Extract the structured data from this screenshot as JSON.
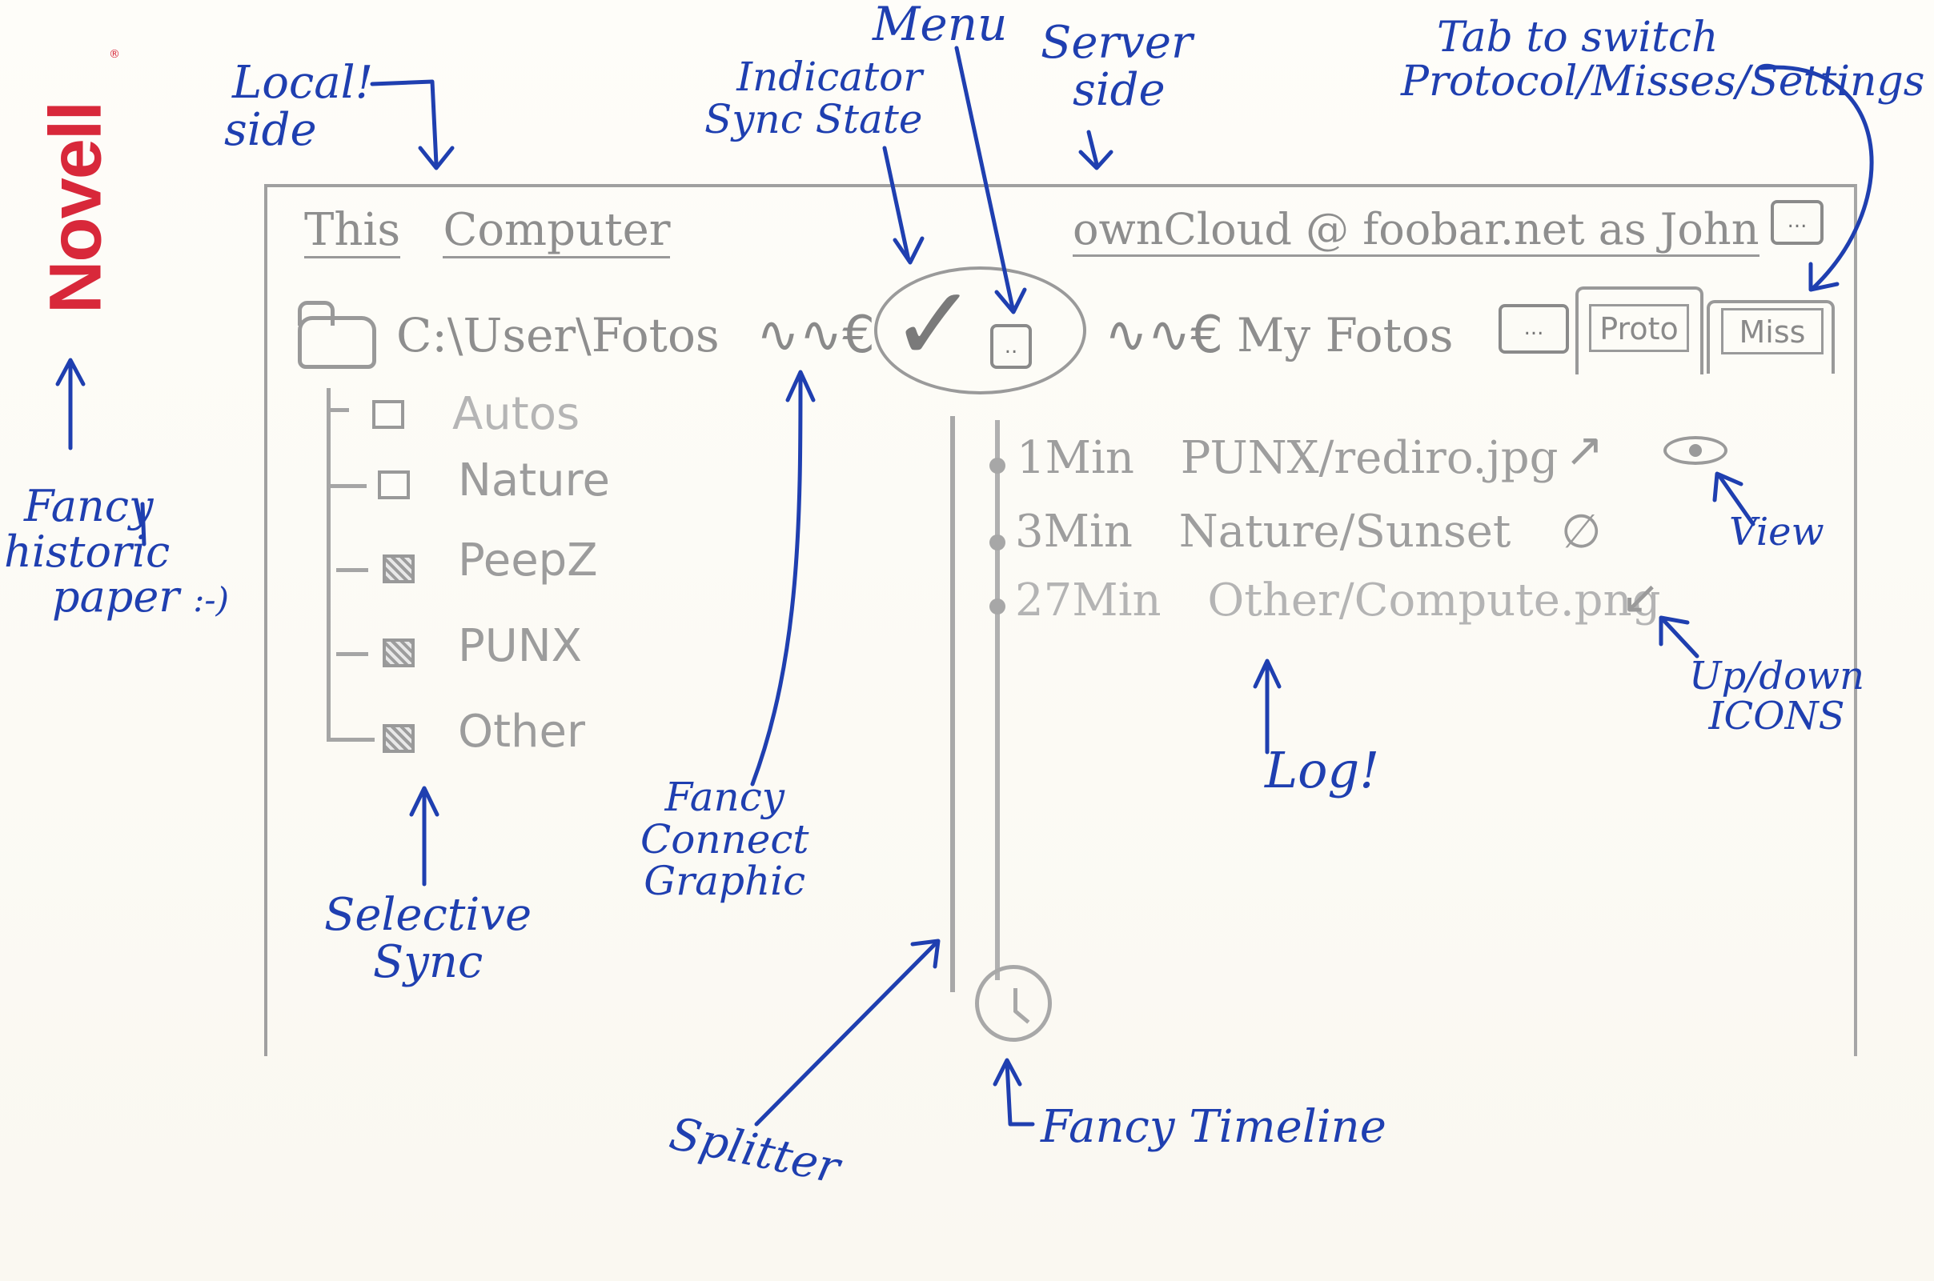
{
  "brand": {
    "name": "Novell",
    "registered": "®"
  },
  "window": {
    "local": {
      "title_part1": "This",
      "title_part2": "Computer",
      "path": "C:\\User\\Fotos",
      "tree": [
        {
          "label": "Autos",
          "checked": false
        },
        {
          "label": "Nature",
          "checked": false
        },
        {
          "label": "PeepZ",
          "checked": true
        },
        {
          "label": "PUNX",
          "checked": true
        },
        {
          "label": "Other",
          "checked": true
        }
      ]
    },
    "server": {
      "title": "ownCloud @ foobar.net as John",
      "account_menu": "...",
      "folder": "My Fotos",
      "folder_menu": "...",
      "center_menu": "..",
      "tabs": [
        "Proto",
        "Miss"
      ]
    },
    "log": [
      {
        "time": "1Min",
        "path": "PUNX/rediro.jpg",
        "icon": "up-arrow-icon",
        "symbol": "↗"
      },
      {
        "time": "3Min",
        "path": "Nature/Sunset",
        "icon": "no-sync-icon",
        "symbol": "∅"
      },
      {
        "time": "27Min",
        "path": "Other/Compute.png",
        "icon": "down-arrow-icon",
        "symbol": "↙"
      }
    ]
  },
  "annotations": {
    "menu": "Menu",
    "server_side": [
      "Server",
      "side"
    ],
    "tab_switch": [
      "Tab to switch",
      "Protocol/Misses/Settings"
    ],
    "local_side": [
      "Local!",
      "side"
    ],
    "indicator": [
      "Indicator",
      "Sync State"
    ],
    "fancy_paper": [
      "Fancy",
      "historic",
      "paper",
      ":-)"
    ],
    "view": "View",
    "updown": [
      "Up/down",
      "ICONS"
    ],
    "log": "Log!",
    "connect": [
      "Fancy",
      "Connect",
      "Graphic"
    ],
    "selective": [
      "Selective",
      "Sync"
    ],
    "splitter": "Splitter",
    "timeline": "Fancy Timeline"
  }
}
